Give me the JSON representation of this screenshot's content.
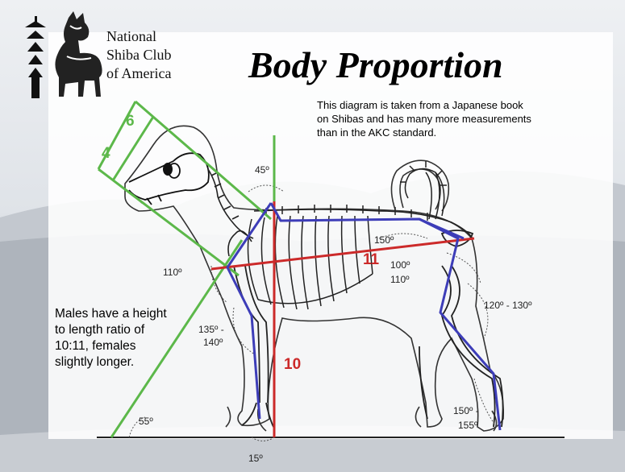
{
  "club": {
    "line1": "National",
    "line2": "Shiba Club",
    "line3": "of America"
  },
  "title": "Body Proportion",
  "description": {
    "line1": "This diagram is taken from a Japanese book",
    "line2": "on Shibas and has many more measurements",
    "line3": "than in the AKC standard."
  },
  "note": {
    "line1": "Males have a height",
    "line2": "to length ratio of",
    "line3": "10:11, females",
    "line4": "slightly longer."
  },
  "measurements": {
    "head_top": "6",
    "head_bottom": "4",
    "length": "11",
    "height": "10"
  },
  "angles": {
    "withers": "45º",
    "shoulder": "110º",
    "croup": "150º",
    "hip_1": "100º",
    "hip_2": "110º",
    "elbow_1": "135º -",
    "elbow_2": "140º",
    "stifle": "120º - 130º",
    "ground": "55º",
    "pastern": "15º",
    "hock_1": "150º -",
    "hock_2": "155º"
  },
  "colors": {
    "green": "#5cb84a",
    "red": "#cc2a2a",
    "blue": "#3d3db8",
    "line": "#222222"
  }
}
